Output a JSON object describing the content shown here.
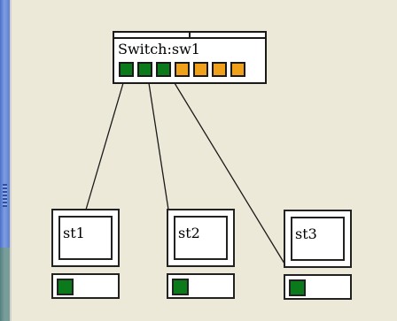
{
  "switch": {
    "label": "Switch:sw1",
    "ports": [
      {
        "state": "active",
        "color": "#0b7a1a"
      },
      {
        "state": "active",
        "color": "#0b7a1a"
      },
      {
        "state": "active",
        "color": "#0b7a1a"
      },
      {
        "state": "idle",
        "color": "#f0a019"
      },
      {
        "state": "idle",
        "color": "#f0a019"
      },
      {
        "state": "idle",
        "color": "#f0a019"
      },
      {
        "state": "idle",
        "color": "#f0a019"
      }
    ]
  },
  "stations": [
    {
      "label": "st1",
      "status": "active"
    },
    {
      "label": "st2",
      "status": "active"
    },
    {
      "label": "st3",
      "status": "active"
    }
  ],
  "links": [
    {
      "from": "switch.port1",
      "to": "st1"
    },
    {
      "from": "switch.port2",
      "to": "st2"
    },
    {
      "from": "switch.port3",
      "to": "st3"
    }
  ],
  "colors": {
    "background": "#ece9d8",
    "port_active": "#0b7a1a",
    "port_idle": "#f0a019",
    "sidebar": "#5b7fd4"
  }
}
